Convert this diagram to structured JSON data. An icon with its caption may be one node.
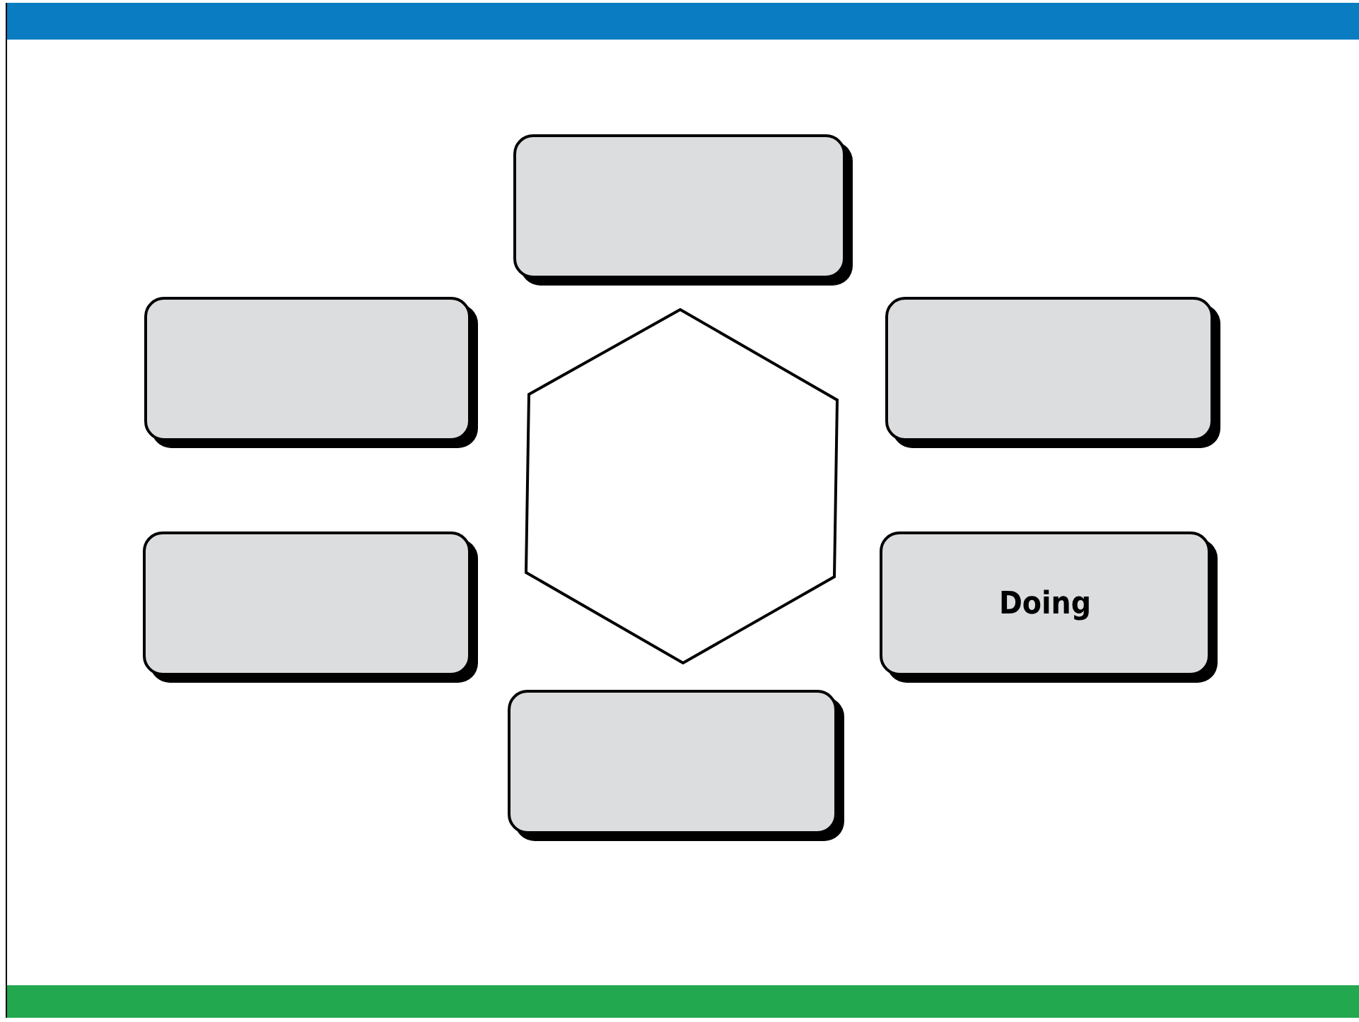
{
  "diagram": {
    "nodes": [
      {
        "text": [],
        "shape": "box"
      },
      {
        "text": [],
        "shape": "box"
      },
      {
        "text": [],
        "shape": "box"
      },
      {
        "text": [],
        "shape": "hexagon"
      },
      {
        "text": [],
        "shape": "box"
      },
      {
        "text": [
          "Doing"
        ]
      },
      {
        "text": [],
        "shape": "box"
      }
    ]
  }
}
